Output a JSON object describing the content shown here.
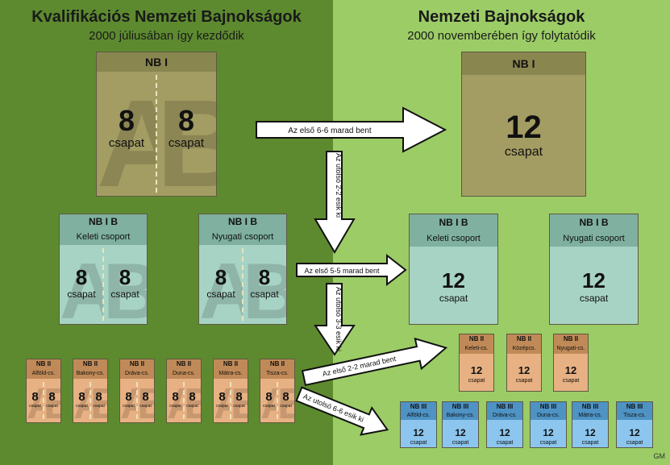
{
  "left_panel": {
    "title": "Kvalifikációs Nemzeti Bajnokságok",
    "subtitle": "2000 júliusában így kezdődik"
  },
  "right_panel": {
    "title": "Nemzeti Bajnokságok",
    "subtitle": "2000 novemberében így folytatódik"
  },
  "unit_label": "csapat",
  "ghost_letters": [
    "A",
    "B"
  ],
  "colors": {
    "left_bg": "#5d8a2f",
    "right_bg": "#9ccc66",
    "nb1_head": "#8a8650",
    "nb1_body": "#a39d63",
    "nb1b_head": "#7fb0a0",
    "nb1b_body": "#a7d3c4",
    "nb2_head": "#c08a58",
    "nb2_body": "#e8b183",
    "nb3_head": "#4e93c4",
    "nb3_body": "#8cc6ee"
  },
  "left": {
    "nb1": {
      "head": "NB I",
      "values": [
        8,
        8
      ]
    },
    "nb1b": [
      {
        "head1": "NB I B",
        "head2": "Keleti csoport",
        "values": [
          8,
          8
        ]
      },
      {
        "head1": "NB I B",
        "head2": "Nyugati csoport",
        "values": [
          8,
          8
        ]
      }
    ],
    "nb2": [
      {
        "head1": "NB II",
        "head2": "Alföld-cs.",
        "values": [
          8,
          8
        ]
      },
      {
        "head1": "NB II",
        "head2": "Bakony-cs.",
        "values": [
          8,
          8
        ]
      },
      {
        "head1": "NB II",
        "head2": "Dráva-cs.",
        "values": [
          8,
          8
        ]
      },
      {
        "head1": "NB II",
        "head2": "Duna-cs.",
        "values": [
          8,
          8
        ]
      },
      {
        "head1": "NB II",
        "head2": "Mátra-cs.",
        "values": [
          8,
          8
        ]
      },
      {
        "head1": "NB II",
        "head2": "Tisza-cs.",
        "values": [
          8,
          8
        ]
      }
    ]
  },
  "right": {
    "nb1": {
      "head": "NB I",
      "value": 12
    },
    "nb1b": [
      {
        "head1": "NB I B",
        "head2": "Keleti csoport",
        "value": 12
      },
      {
        "head1": "NB I B",
        "head2": "Nyugati csoport",
        "value": 12
      }
    ],
    "nb2": [
      {
        "head1": "NB II",
        "head2": "Keleti-cs.",
        "value": 12
      },
      {
        "head1": "NB II",
        "head2": "Középcs.",
        "value": 12
      },
      {
        "head1": "NB II",
        "head2": "Nyugati-cs.",
        "value": 12
      }
    ],
    "nb3": [
      {
        "head1": "NB III",
        "head2": "Alföld-cs.",
        "value": 12
      },
      {
        "head1": "NB III",
        "head2": "Bakony-cs.",
        "value": 12
      },
      {
        "head1": "NB III",
        "head2": "Dráva-cs.",
        "value": 12
      },
      {
        "head1": "NB III",
        "head2": "Duna-cs.",
        "value": 12
      },
      {
        "head1": "NB III",
        "head2": "Mátra-cs.",
        "value": 12
      },
      {
        "head1": "NB III",
        "head2": "Tisza-cs.",
        "value": 12
      }
    ]
  },
  "arrows": {
    "nb1_stay": "Az első 6-6 marad bent",
    "nb1_drop": "Az utolsó 2-2 esik ki",
    "nb1b_stay": "Az első 5-5 marad bent",
    "nb1b_drop": "Az utolsó 3-3 esik ki",
    "nb2_stay": "Az első 2-2 marad bent",
    "nb2_drop": "Az utolsó 6-6 esik ki"
  },
  "corner_mark": "GM"
}
